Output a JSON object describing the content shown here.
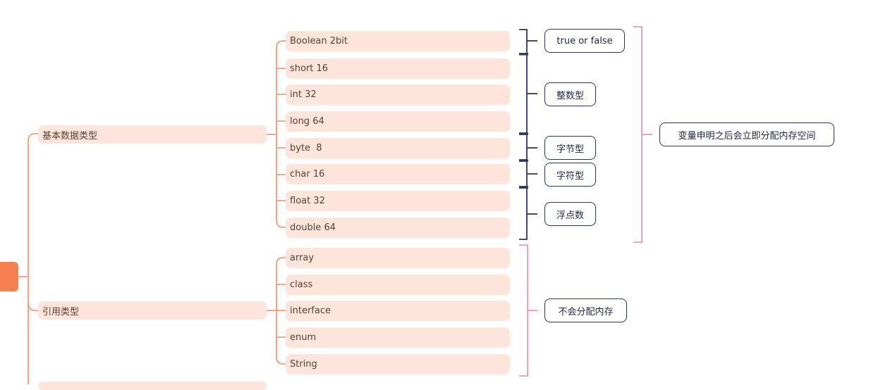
{
  "mindmap": {
    "branches": [
      {
        "label": "基本数据类型",
        "children": [
          "Boolean 2bit",
          "short 16",
          "int 32",
          "long 64",
          "byte  8",
          "char 16",
          "float 32",
          "double 64"
        ]
      },
      {
        "label": "引用类型",
        "children": [
          "array",
          "class",
          "interface",
          "enum",
          "String"
        ]
      }
    ],
    "notes": {
      "boolean": "true or false",
      "integer": "整数型",
      "byte": "字节型",
      "char": "字符型",
      "float": "浮点数",
      "primitive_summary": "变量申明之后会立即分配内存空间",
      "reference_summary": "不会分配内存"
    }
  },
  "colors": {
    "connector": "#f0946a",
    "node_fill": "#fde5dc",
    "root_fill": "#f67f4f",
    "bracket_dark": "#2a3562",
    "bracket_pink": "#e58ab4",
    "text": "#5a3d33"
  }
}
